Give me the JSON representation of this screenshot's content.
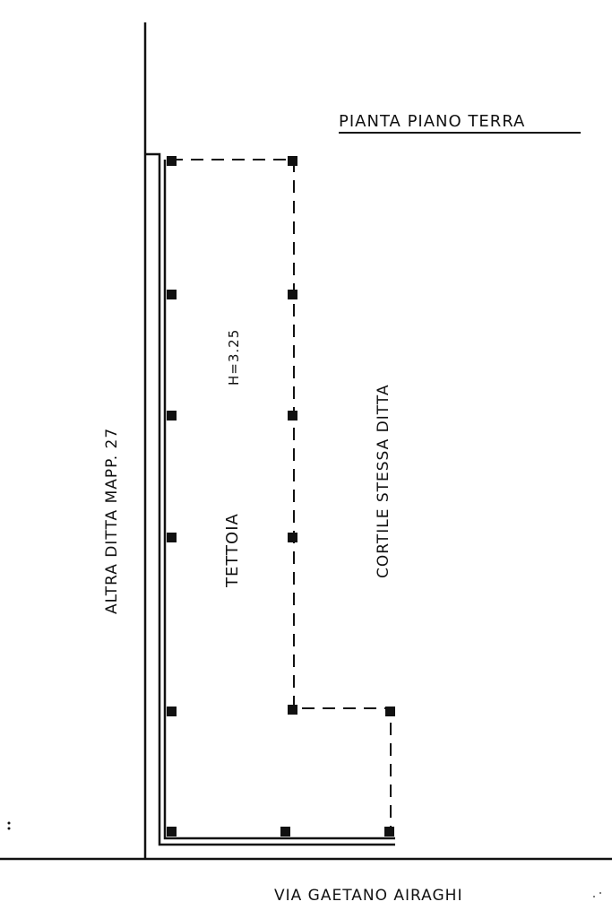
{
  "title": "PIANTA PIANO TERRA",
  "labels": {
    "neighbor": "ALTRA DITTA MAPP. 27",
    "canopy": "TETTOIA",
    "height": "H=3.25",
    "courtyard": "CORTILE STESSA DITTA",
    "street": "VIA GAETANO AIRAGHI"
  },
  "colors": {
    "ink": "#111111",
    "paper": "#ffffff"
  }
}
